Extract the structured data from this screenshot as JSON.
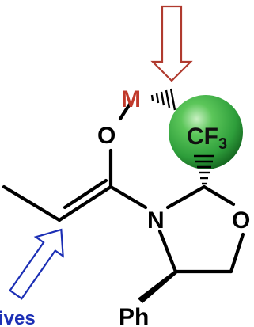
{
  "atoms": {
    "metal": "M",
    "ester_oxygen": "O",
    "nitrogen": "N",
    "ring_oxygen": "O",
    "cf3_main": "CF",
    "cf3_sub": "3",
    "phenyl": "Ph"
  },
  "labels": {
    "bottom_left_partial": "ives"
  },
  "colors": {
    "metal": "#c0392b",
    "attack_arrow_stroke": "#b03a2e",
    "ligand_arrow_stroke": "#1c2fb5",
    "sphere_green": "#2e9e3b",
    "sphere_highlight": "#c8f0c2",
    "bond": "#000000"
  },
  "icons": {
    "top_arrow": "hollow-down-arrow-icon",
    "bottom_arrow": "hollow-diagonal-arrow-icon",
    "cf3_sphere": "green-sphere-icon"
  }
}
